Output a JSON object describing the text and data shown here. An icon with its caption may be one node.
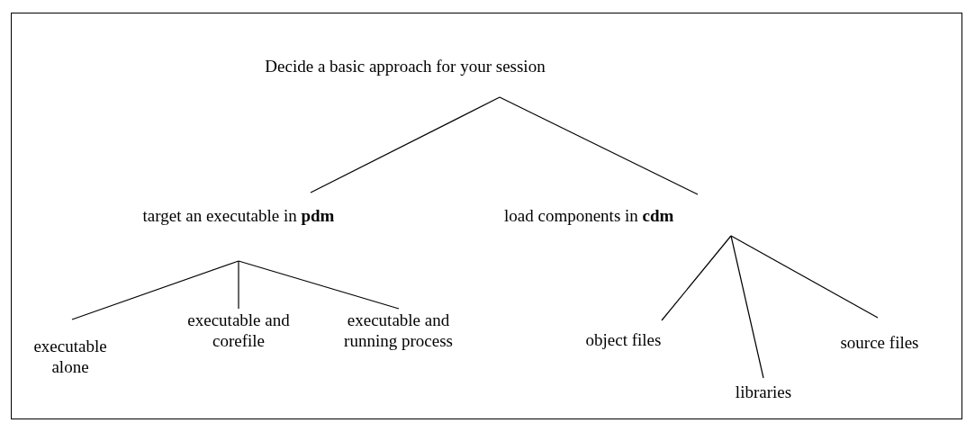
{
  "diagram": {
    "nodes": [
      {
        "text": [
          "Decide a basic approach for your session"
        ]
      },
      {
        "text": [
          "target an executable in **pdm**"
        ]
      },
      {
        "text": [
          "load components in **cdm**"
        ]
      },
      {
        "text": [
          "executable alone"
        ]
      },
      {
        "text": [
          "executable and corefile"
        ]
      },
      {
        "text": [
          "executable and running process"
        ]
      },
      {
        "text": [
          "object files"
        ]
      },
      {
        "text": [
          "libraries"
        ]
      },
      {
        "text": [
          "source files"
        ]
      }
    ],
    "edges": [
      {
        "from": 0,
        "to": 1,
        "arrow": "none"
      },
      {
        "from": 0,
        "to": 2,
        "arrow": "none"
      },
      {
        "from": 1,
        "to": 3,
        "arrow": "none"
      },
      {
        "from": 1,
        "to": 4,
        "arrow": "none"
      },
      {
        "from": 1,
        "to": 5,
        "arrow": "none"
      },
      {
        "from": 2,
        "to": 6,
        "arrow": "none"
      },
      {
        "from": 2,
        "to": 7,
        "arrow": "none"
      },
      {
        "from": 2,
        "to": 8,
        "arrow": "none"
      }
    ]
  }
}
